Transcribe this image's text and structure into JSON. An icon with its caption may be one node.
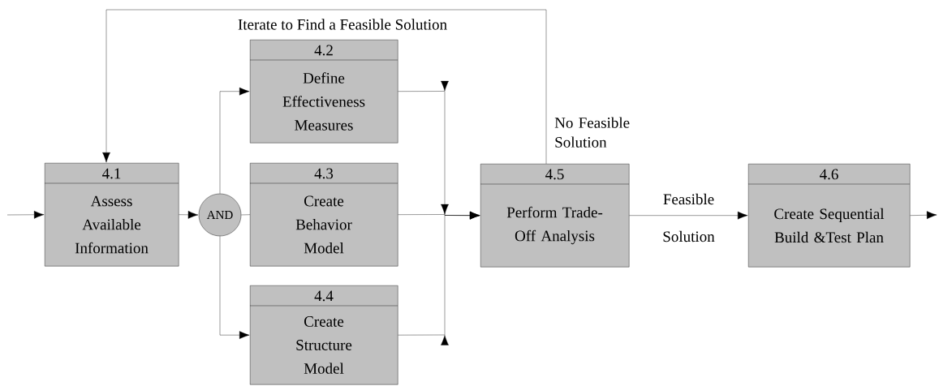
{
  "diagram": {
    "nodes": [
      {
        "text": [
          "4.1",
          "Assess Available Information"
        ]
      },
      {
        "text": [
          "AND"
        ]
      },
      {
        "text": [
          "4.2",
          "Define Effectiveness Measures"
        ]
      },
      {
        "text": [
          "4.3",
          "Create Behavior Model"
        ]
      },
      {
        "text": [
          "4.4",
          "Create Structure Model"
        ]
      },
      {
        "text": [
          "4.5",
          "Perform Trade-Off Analysis"
        ]
      },
      {
        "text": [
          "4.6",
          "Create Sequential Build &Test Plan"
        ]
      }
    ],
    "edges": [
      {
        "from": null,
        "to": 0,
        "arrow": "to"
      },
      {
        "from": 0,
        "to": 1,
        "arrow": "to"
      },
      {
        "from": 1,
        "to": 2,
        "arrow": "to"
      },
      {
        "from": 1,
        "to": 3,
        "arrow": "none"
      },
      {
        "from": 1,
        "to": 4,
        "arrow": "to"
      },
      {
        "from": 2,
        "to": 5,
        "arrow": "to"
      },
      {
        "from": 3,
        "to": 5,
        "arrow": "to"
      },
      {
        "from": 4,
        "to": 5,
        "arrow": "to"
      },
      {
        "from": 5,
        "to": 0,
        "arrow": "to",
        "label": "No Feasible Solution"
      },
      {
        "from": 5,
        "to": 6,
        "arrow": "to",
        "label": "Feasible Solution"
      },
      {
        "from": 6,
        "to": null,
        "arrow": "to"
      }
    ],
    "labels": [
      "Iterate to Find a Feasible Solution"
    ]
  }
}
